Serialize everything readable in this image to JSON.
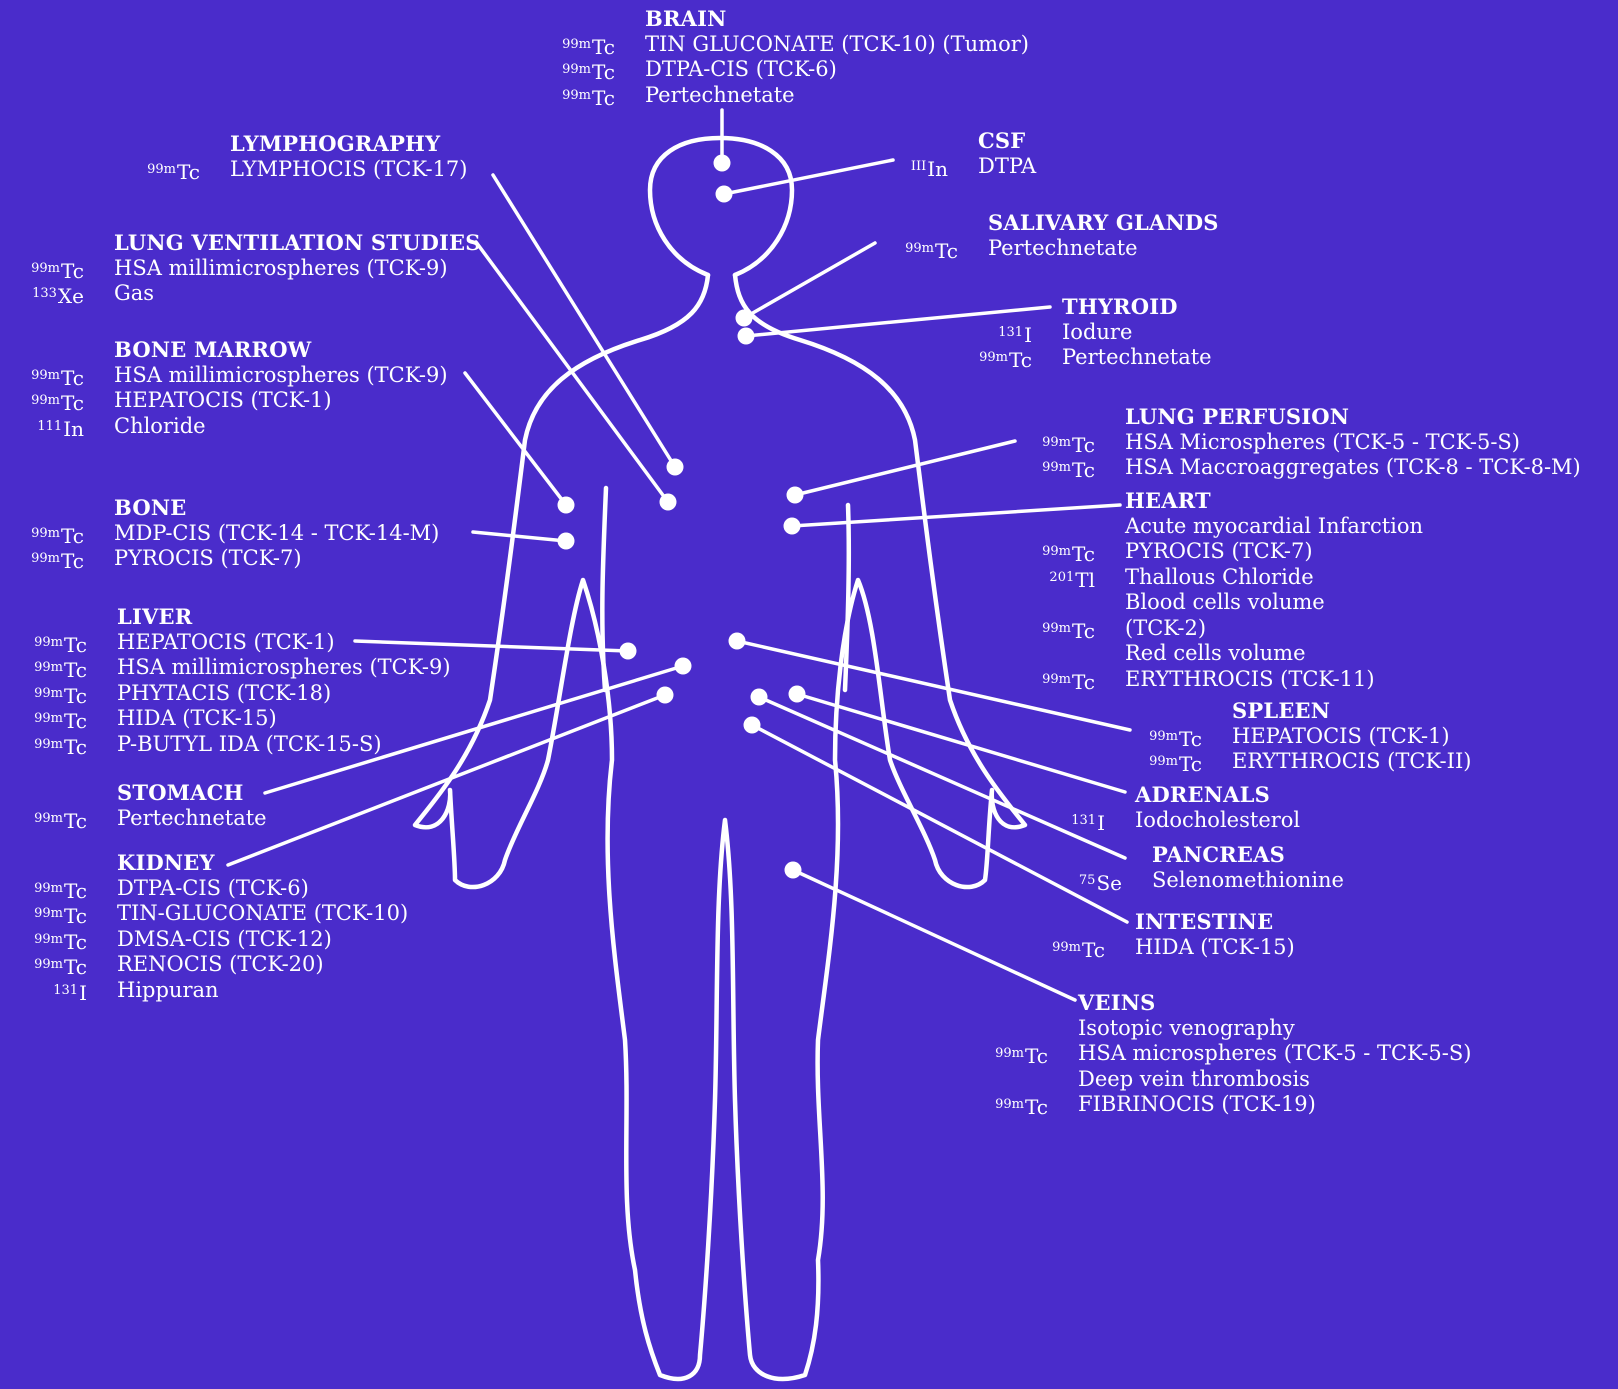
{
  "colors": {
    "background": "#4a2ccb",
    "foreground": "#ffffff"
  },
  "organs": {
    "brain": {
      "title": "BRAIN",
      "rows": [
        {
          "iso_mass": "99m",
          "iso_el": "Tc",
          "agent": "TIN GLUCONATE (TCK-10) (Tumor)"
        },
        {
          "iso_mass": "99m",
          "iso_el": "Tc",
          "agent": "DTPA-CIS (TCK-6)"
        },
        {
          "iso_mass": "99m",
          "iso_el": "Tc",
          "agent": "Pertechnetate"
        }
      ]
    },
    "lymphography": {
      "title": "LYMPHOGRAPHY",
      "rows": [
        {
          "iso_mass": "99m",
          "iso_el": "Tc",
          "agent": "LYMPHOCIS (TCK-17)"
        }
      ]
    },
    "csf": {
      "title": "CSF",
      "rows": [
        {
          "iso_mass": "III",
          "iso_el": "In",
          "agent": "DTPA"
        }
      ]
    },
    "lung_ventilation": {
      "title": "LUNG VENTILATION STUDIES",
      "rows": [
        {
          "iso_mass": "99m",
          "iso_el": "Tc",
          "agent": "HSA millimicrospheres (TCK-9)"
        },
        {
          "iso_mass": "133",
          "iso_el": "Xe",
          "agent": "Gas"
        }
      ]
    },
    "salivary": {
      "title": "SALIVARY GLANDS",
      "rows": [
        {
          "iso_mass": "99m",
          "iso_el": "Tc",
          "agent": "Pertechnetate"
        }
      ]
    },
    "thyroid": {
      "title": "THYROID",
      "rows": [
        {
          "iso_mass": "131",
          "iso_el": "I",
          "agent": "Iodure"
        },
        {
          "iso_mass": "99m",
          "iso_el": "Tc",
          "agent": "Pertechnetate"
        }
      ]
    },
    "bone_marrow": {
      "title": "BONE MARROW",
      "rows": [
        {
          "iso_mass": "99m",
          "iso_el": "Tc",
          "agent": "HSA millimicrospheres (TCK-9)"
        },
        {
          "iso_mass": "99m",
          "iso_el": "Tc",
          "agent": "HEPATOCIS (TCK-1)"
        },
        {
          "iso_mass": "111",
          "iso_el": "In",
          "agent": "Chloride"
        }
      ]
    },
    "lung_perfusion": {
      "title": "LUNG PERFUSION",
      "rows": [
        {
          "iso_mass": "99m",
          "iso_el": "Tc",
          "agent": "HSA Microspheres (TCK-5 - TCK-5-S)"
        },
        {
          "iso_mass": "99m",
          "iso_el": "Tc",
          "agent": "HSA Maccroaggregates (TCK-8 - TCK-8-M)"
        }
      ]
    },
    "bone": {
      "title": "BONE",
      "rows": [
        {
          "iso_mass": "99m",
          "iso_el": "Tc",
          "agent": "MDP-CIS (TCK-14 - TCK-14-M)"
        },
        {
          "iso_mass": "99m",
          "iso_el": "Tc",
          "agent": "PYROCIS (TCK-7)"
        }
      ]
    },
    "heart": {
      "title": "HEART",
      "rows": [
        {
          "iso_mass": "",
          "iso_el": "",
          "agent": "Acute myocardial Infarction"
        },
        {
          "iso_mass": "99m",
          "iso_el": "Tc",
          "agent": "PYROCIS (TCK-7)"
        },
        {
          "iso_mass": "201",
          "iso_el": "Tl",
          "agent": "Thallous Chloride"
        },
        {
          "iso_mass": "",
          "iso_el": "",
          "agent": "Blood cells volume"
        },
        {
          "iso_mass": "99m",
          "iso_el": "Tc",
          "agent": "(TCK-2)"
        },
        {
          "iso_mass": "",
          "iso_el": "",
          "agent": "Red cells volume"
        },
        {
          "iso_mass": "99m",
          "iso_el": "Tc",
          "agent": "ERYTHROCIS (TCK-11)"
        }
      ]
    },
    "liver": {
      "title": "LIVER",
      "rows": [
        {
          "iso_mass": "99m",
          "iso_el": "Tc",
          "agent": "HEPATOCIS (TCK-1)"
        },
        {
          "iso_mass": "99m",
          "iso_el": "Tc",
          "agent": "HSA millimicrospheres (TCK-9)"
        },
        {
          "iso_mass": "99m",
          "iso_el": "Tc",
          "agent": "PHYTACIS (TCK-18)"
        },
        {
          "iso_mass": "99m",
          "iso_el": "Tc",
          "agent": "HIDA (TCK-15)"
        },
        {
          "iso_mass": "99m",
          "iso_el": "Tc",
          "agent": "P-BUTYL IDA (TCK-15-S)"
        }
      ]
    },
    "spleen": {
      "title": "SPLEEN",
      "rows": [
        {
          "iso_mass": "99m",
          "iso_el": "Tc",
          "agent": "HEPATOCIS (TCK-1)"
        },
        {
          "iso_mass": "99m",
          "iso_el": "Tc",
          "agent": "ERYTHROCIS (TCK-II)"
        }
      ]
    },
    "stomach": {
      "title": "STOMACH",
      "rows": [
        {
          "iso_mass": "99m",
          "iso_el": "Tc",
          "agent": "Pertechnetate"
        }
      ]
    },
    "adrenals": {
      "title": "ADRENALS",
      "rows": [
        {
          "iso_mass": "131",
          "iso_el": "I",
          "agent": "Iodocholesterol"
        }
      ]
    },
    "pancreas": {
      "title": "PANCREAS",
      "rows": [
        {
          "iso_mass": "75",
          "iso_el": "Se",
          "agent": "Selenomethionine"
        }
      ]
    },
    "kidney": {
      "title": "KIDNEY",
      "rows": [
        {
          "iso_mass": "99m",
          "iso_el": "Tc",
          "agent": "DTPA-CIS (TCK-6)"
        },
        {
          "iso_mass": "99m",
          "iso_el": "Tc",
          "agent": "TIN-GLUCONATE (TCK-10)"
        },
        {
          "iso_mass": "99m",
          "iso_el": "Tc",
          "agent": "DMSA-CIS (TCK-12)"
        },
        {
          "iso_mass": "99m",
          "iso_el": "Tc",
          "agent": "RENOCIS (TCK-20)"
        },
        {
          "iso_mass": "131",
          "iso_el": "I",
          "agent": "Hippuran"
        }
      ]
    },
    "intestine": {
      "title": "INTESTINE",
      "rows": [
        {
          "iso_mass": "99m",
          "iso_el": "Tc",
          "agent": "HIDA (TCK-15)"
        }
      ]
    },
    "veins": {
      "title": "VEINS",
      "rows": [
        {
          "iso_mass": "",
          "iso_el": "",
          "agent": "Isotopic venography"
        },
        {
          "iso_mass": "99m",
          "iso_el": "Tc",
          "agent": "HSA microspheres (TCK-5 - TCK-5-S)"
        },
        {
          "iso_mass": "",
          "iso_el": "",
          "agent": "Deep vein thrombosis"
        },
        {
          "iso_mass": "99m",
          "iso_el": "Tc",
          "agent": "FIBRINOCIS (TCK-19)"
        }
      ]
    }
  }
}
